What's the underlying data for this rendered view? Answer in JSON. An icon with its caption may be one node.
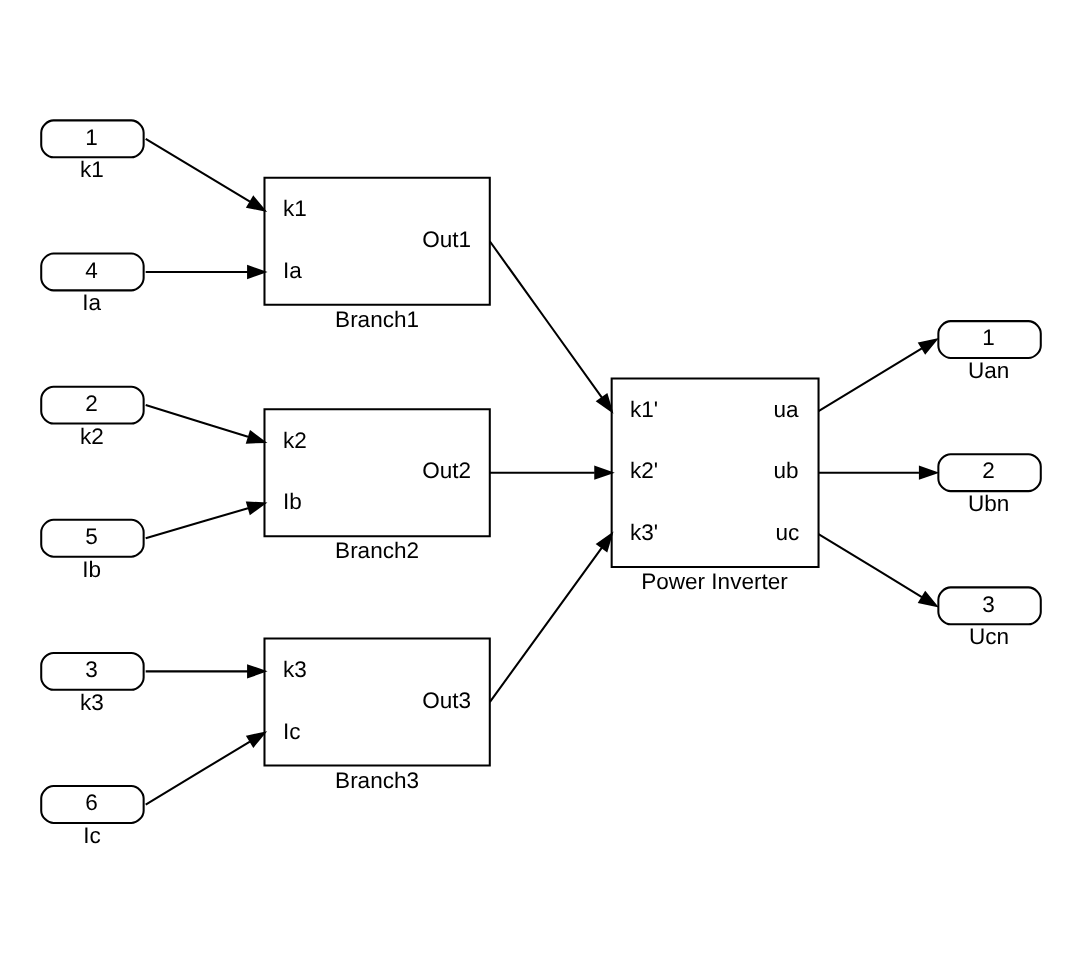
{
  "diagram": {
    "nodes": [
      {
        "text": [
          "1"
        ],
        "beside": [
          "k1"
        ]
      },
      {
        "text": [
          "4"
        ],
        "beside": [
          "Ia"
        ]
      },
      {
        "text": [
          "k1",
          "Ia",
          "Out1",
          "Branch1"
        ]
      },
      {
        "text": [
          "2"
        ],
        "beside": [
          "k2"
        ]
      },
      {
        "text": [
          "5"
        ],
        "beside": [
          "Ib"
        ]
      },
      {
        "text": [
          "k2",
          "Ib",
          "Out2",
          "Branch2"
        ]
      },
      {
        "text": [
          "3"
        ],
        "beside": [
          "k3"
        ]
      },
      {
        "text": [
          "6"
        ],
        "beside": [
          "Ic"
        ]
      },
      {
        "text": [
          "k3",
          "Ic",
          "Out3",
          "Branch3"
        ]
      },
      {
        "text": [
          "k1'",
          "k2'",
          "k3'",
          "ua",
          "ub",
          "uc",
          "Power Inverter"
        ]
      },
      {
        "text": [
          "1"
        ],
        "beside": [
          "Uan"
        ]
      },
      {
        "text": [
          "2"
        ],
        "beside": [
          "Ubn"
        ]
      },
      {
        "text": [
          "3"
        ],
        "beside": [
          "Ucn"
        ]
      }
    ],
    "edges": [
      {
        "from": 0,
        "to": 2,
        "arrow": "to"
      },
      {
        "from": 1,
        "to": 2,
        "arrow": "to"
      },
      {
        "from": 3,
        "to": 5,
        "arrow": "to"
      },
      {
        "from": 4,
        "to": 5,
        "arrow": "to"
      },
      {
        "from": 6,
        "to": 8,
        "arrow": "to"
      },
      {
        "from": 7,
        "to": 8,
        "arrow": "to"
      },
      {
        "from": 2,
        "to": 9,
        "arrow": "to"
      },
      {
        "from": 5,
        "to": 9,
        "arrow": "to"
      },
      {
        "from": 8,
        "to": 9,
        "arrow": "to"
      },
      {
        "from": 9,
        "to": 10,
        "arrow": "to"
      },
      {
        "from": 9,
        "to": 11,
        "arrow": "to"
      },
      {
        "from": 9,
        "to": 12,
        "arrow": "to"
      }
    ]
  }
}
